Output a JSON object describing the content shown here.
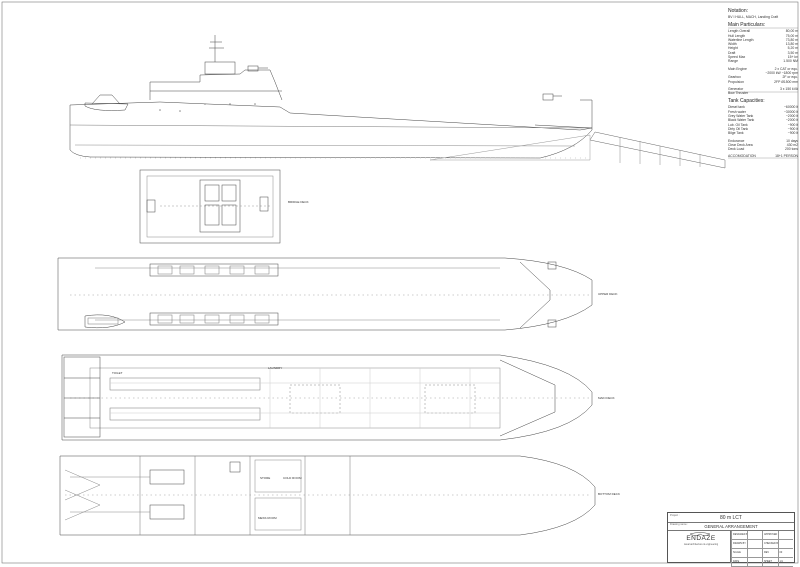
{
  "notation": {
    "heading": "Notation:",
    "text": "BV I HULL, MACH, Landing Craft"
  },
  "main_particulars": {
    "heading": "Main Particulars:",
    "rows": [
      {
        "label": "Length Overall",
        "value": "80,00 m"
      },
      {
        "label": "Hull Length",
        "value": "75,00 m"
      },
      {
        "label": "Waterline Length",
        "value": "73,80 m"
      },
      {
        "label": "Width",
        "value": "13,80 m"
      },
      {
        "label": "Height",
        "value": "5,20 m"
      },
      {
        "label": "Draft",
        "value": "3,50 m"
      },
      {
        "label": "Speed Max",
        "value": "15+ kn"
      },
      {
        "label": "Range",
        "value": "1.500 NM"
      }
    ],
    "rows2": [
      {
        "label": "Main Engine",
        "value": "2 x CAT or equ."
      },
      {
        "label": "",
        "value": "~2000 kW ~1800 rpm"
      },
      {
        "label": "Gearbox",
        "value": "2F or equ."
      },
      {
        "label": "Propulsion",
        "value": "2FP Ø1500 mm"
      }
    ],
    "rows3": [
      {
        "label": "Generator",
        "value": "3 x 150 kVA"
      },
      {
        "label": "Bow Thruster",
        "value": ""
      }
    ]
  },
  "tank_capacities": {
    "heading": "Tank Capacities:",
    "rows": [
      {
        "label": "Diesel tank",
        "value": "~60000 lt"
      },
      {
        "label": "Fresh water",
        "value": "~30000 lt"
      },
      {
        "label": "Grey Water Tank",
        "value": "~2000 lt"
      },
      {
        "label": "Black Water Tank",
        "value": "~2000 lt"
      },
      {
        "label": "Lub. Oil Tank",
        "value": "~900 lt"
      },
      {
        "label": "Dirty Oil Tank",
        "value": "~900 lt"
      },
      {
        "label": "Bilge Tank",
        "value": "~900 lt"
      }
    ],
    "rows2": [
      {
        "label": "Endurance",
        "value": "10 days"
      },
      {
        "label": "Clear Deck Area",
        "value": "430 m2"
      },
      {
        "label": "Deck Load",
        "value": "200 tons"
      }
    ],
    "rows3": [
      {
        "label": "ACCOMODATION",
        "value": "18+1 PERSON"
      }
    ]
  },
  "plan_labels": {
    "bridge_deck": "BRIDGE DECK",
    "upper_deck": "UPPER DECK",
    "main_deck": "MAIN DECK",
    "bottom_deck": "BOTTOM DECK",
    "store": "STORE",
    "cold_room": "COLD ROOM",
    "mess_room": "MESS ROOM",
    "laundry": "LAUNDRY",
    "toilet": "TOILET"
  },
  "title_block": {
    "project_label": "Project :",
    "project": "80 m LCT",
    "drawing_label": "Drawing name :",
    "drawing": "GENERAL ARRANGEMENT",
    "brand": "ENDAZE",
    "brand_sub": "naval architecture & engineering",
    "grid": [
      [
        "DESIGNED BY",
        "",
        "APPROVED BY",
        ""
      ],
      [
        "DRAWN BY",
        "",
        "CHECKED BY",
        ""
      ],
      [
        "SCALE",
        "",
        "REV",
        "00"
      ],
      [
        "DATE",
        "",
        "SHEET",
        "1/1"
      ]
    ]
  }
}
